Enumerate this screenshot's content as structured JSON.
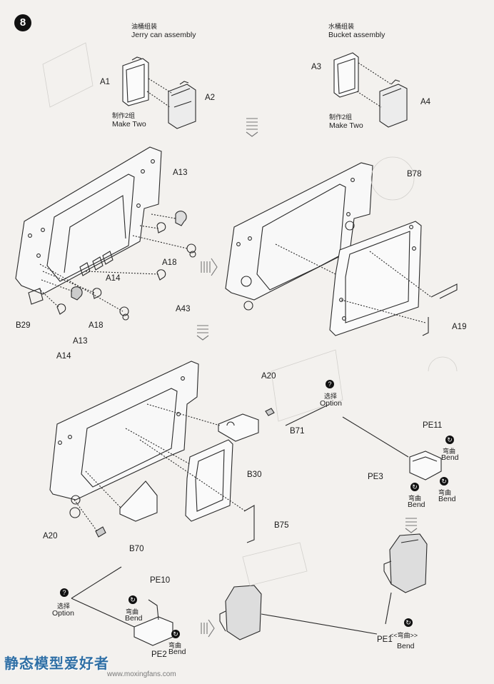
{
  "step": {
    "number": "8"
  },
  "jerry_can": {
    "cn": "油桶组装",
    "title": "Jerry can assembly",
    "parts": [
      "A1",
      "A2"
    ],
    "make_cn": "制作2组",
    "make": "Make Two"
  },
  "bucket": {
    "cn": "水桶组装",
    "title": "Bucket assembly",
    "parts": [
      "A3",
      "A4"
    ],
    "make_cn": "制作2组",
    "make": "Make Two"
  },
  "panel_left": {
    "parts": [
      "A13",
      "A18",
      "A14",
      "A43",
      "B29",
      "A18",
      "A13",
      "A14"
    ]
  },
  "panel_right": {
    "parts": [
      "B78",
      "A19"
    ]
  },
  "panel_bottom": {
    "parts": [
      "A20",
      "B71",
      "B30",
      "B75",
      "A20",
      "B70"
    ]
  },
  "option_top": {
    "cn": "选择",
    "label": "Option",
    "parts": [
      "PE11",
      "PE3"
    ],
    "bend_cn": "弯曲",
    "bend": "Bend"
  },
  "option_bottom": {
    "cn": "选择",
    "label": "Option",
    "parts": [
      "PE10",
      "PE2"
    ],
    "bend_cn": "弯曲",
    "bend": "Bend"
  },
  "pe1": {
    "part": "PE1",
    "bend_cn": "<<弯曲>>",
    "bend": "Bend"
  },
  "watermark": {
    "text": "静态模型爱好者",
    "url": "www.moxingfans.com"
  },
  "colors": {
    "ink": "#222222",
    "paper": "#f3f1ee",
    "watermark": "#2f6fa5"
  }
}
